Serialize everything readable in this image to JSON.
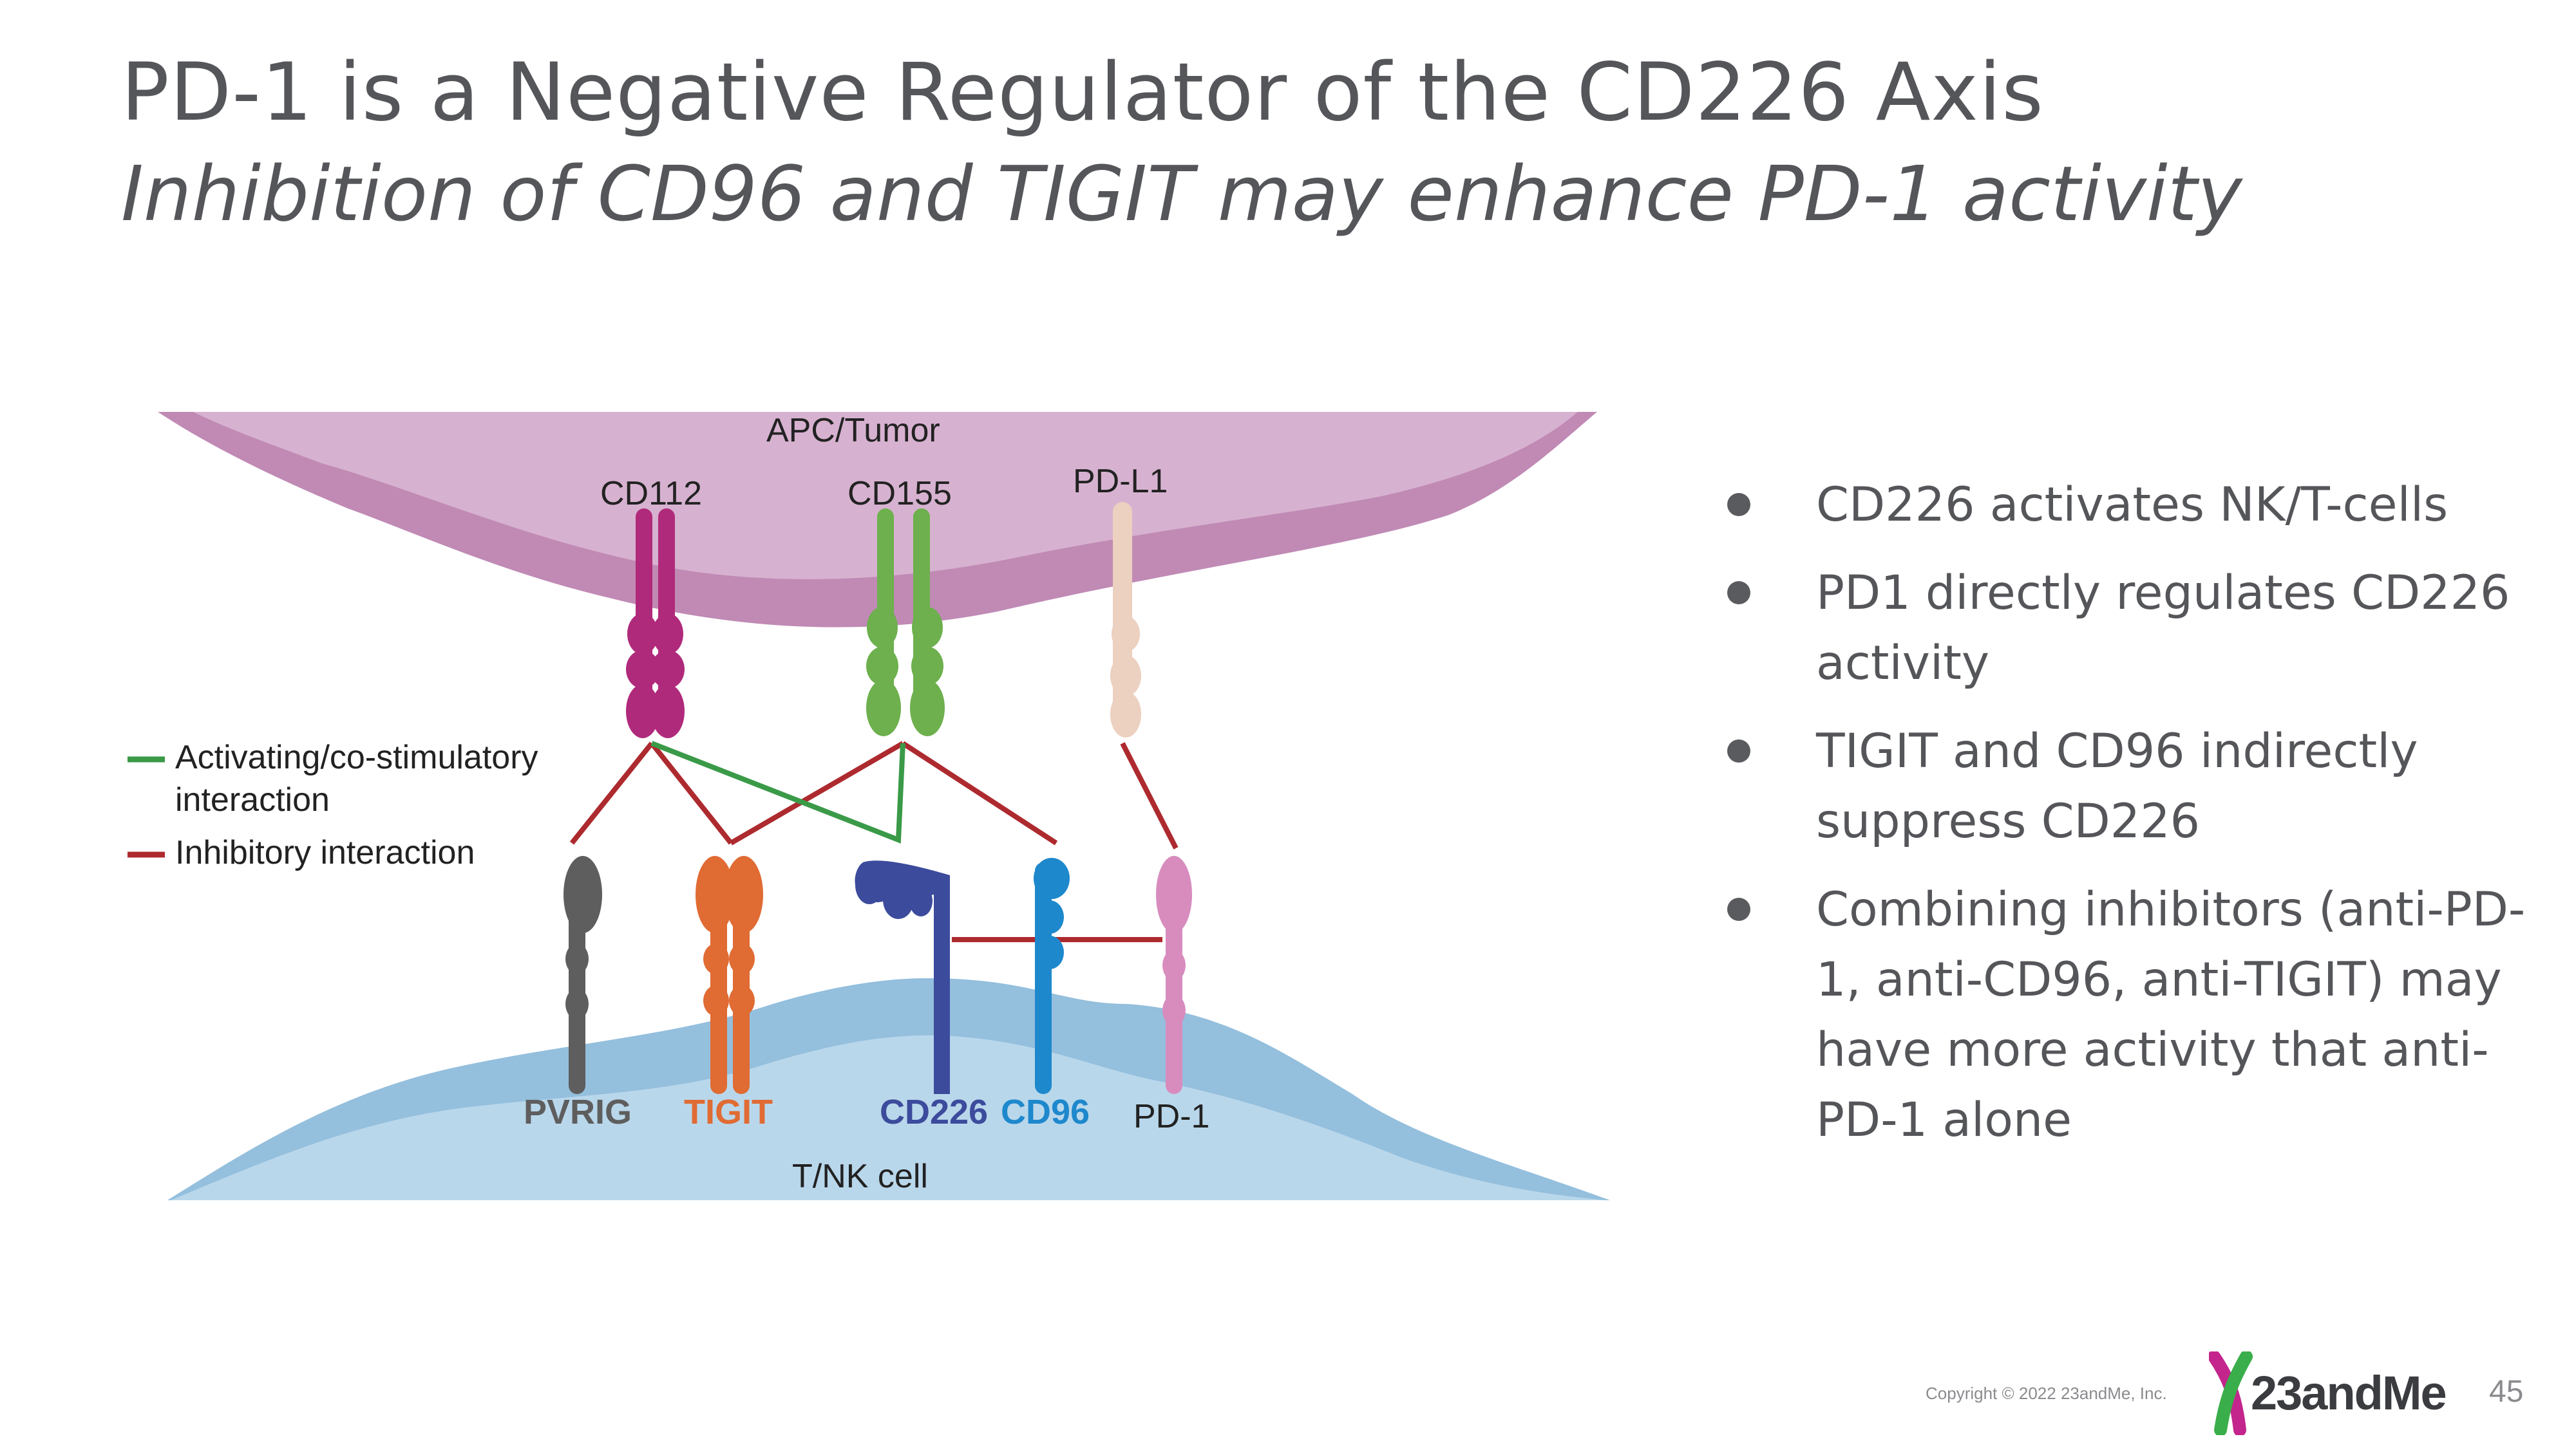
{
  "title": "PD-1 is a Negative Regulator of the CD226 Axis",
  "subtitle": "Inhibition of CD96 and TIGIT may enhance PD-1 activity",
  "figure": {
    "top_cell_label": "APC/Tumor",
    "bottom_cell_label": "T/NK cell",
    "ligands": [
      "CD112",
      "CD155",
      "PD-L1"
    ],
    "receptors": [
      "PVRIG",
      "TIGIT",
      "CD226",
      "CD96",
      "PD-1"
    ],
    "legend": {
      "activating_line1": "Activating/co-stimulatory",
      "activating_line2": "interaction",
      "inhibitory": "Inhibitory interaction"
    },
    "colors": {
      "apc_light": "#d7b2d0",
      "apc_dark": "#c08ab5",
      "tcell_light": "#b9d7eb",
      "tcell_dark": "#94bfdd",
      "activating": "#3a9a48",
      "inhibitory": "#ad2a2f",
      "cd112": "#b02a7b",
      "cd155": "#6db04d",
      "pdl1": "#ecd0c0",
      "pvrig": "#5e5e5e",
      "tigit": "#e06b33",
      "cd226": "#3c4b9c",
      "cd96": "#1e88cc",
      "pd1": "#d88cbe"
    }
  },
  "bullets": [
    "CD226 activates NK/T-cells",
    "PD1 directly regulates CD226 activity",
    "TIGIT and CD96 indirectly suppress CD226",
    "Combining inhibitors (anti-PD-1, anti-CD96, anti-TIGIT) may have more activity that anti-PD-1 alone"
  ],
  "footer": {
    "copyright": "Copyright © 2022 23andMe, Inc.",
    "logo_text": "23andMe",
    "page_number": "45"
  }
}
